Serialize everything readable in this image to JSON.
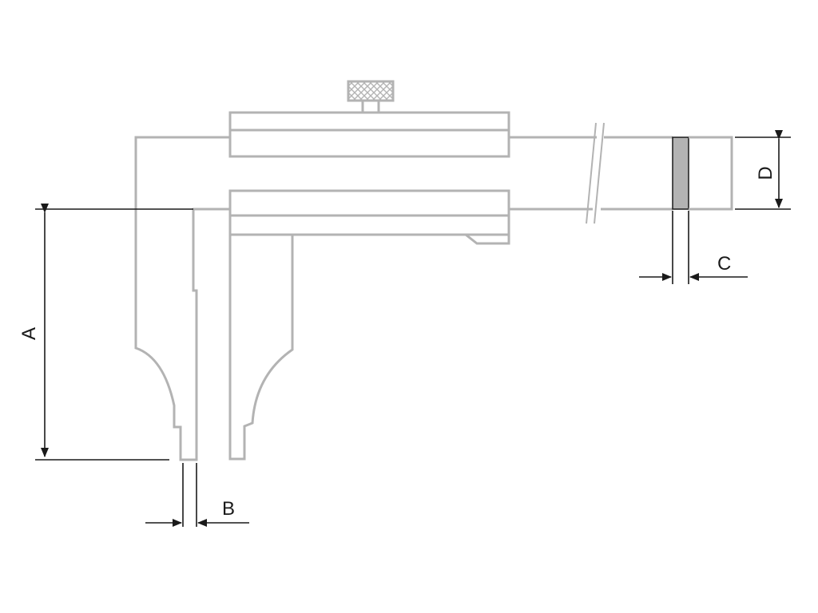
{
  "dimensions": {
    "a": {
      "label": "A"
    },
    "b": {
      "label": "B"
    },
    "c": {
      "label": "C"
    },
    "d": {
      "label": "D"
    }
  },
  "colors": {
    "outline": "#b3b3b3",
    "dimension": "#1a1a1a",
    "blade_section": "#b3b3b3",
    "background": "#ffffff"
  },
  "icons": {
    "knurled_screw": "knurled-thumb-screw-icon",
    "break_mark": "break-line-icon"
  }
}
